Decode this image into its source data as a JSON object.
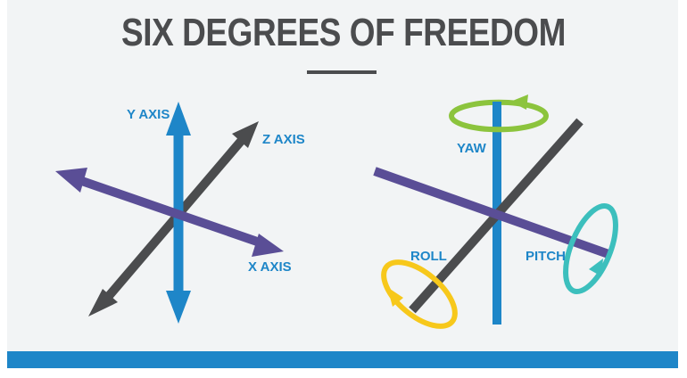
{
  "title": "SIX DEGREES OF FREEDOM",
  "left_diagram": {
    "y_axis_label": "Y AXIS",
    "z_axis_label": "Z AXIS",
    "x_axis_label": "X AXIS"
  },
  "right_diagram": {
    "yaw_label": "YAW",
    "roll_label": "ROLL",
    "pitch_label": "PITCH"
  },
  "colors": {
    "blue": "#1e86c8",
    "purple": "#5a4e96",
    "dark_gray": "#4b4c4e",
    "green": "#8cc43d",
    "yellow": "#f7c81b",
    "teal": "#3cbfbd"
  }
}
